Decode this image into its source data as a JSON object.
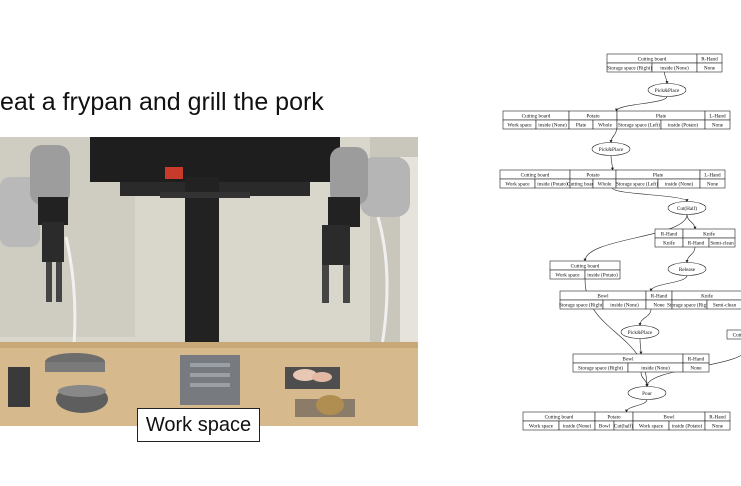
{
  "slide": {
    "title": "eat a frypan and grill the pork",
    "work_space_label": "Work space"
  },
  "graph": {
    "states": [
      {
        "id": "s0",
        "cells": [
          {
            "name": "Cutting board",
            "attrs": [
              "Storage space (Right)",
              "inside (None)"
            ]
          },
          {
            "name": "R-Hand",
            "attrs": [
              "None"
            ]
          }
        ]
      },
      {
        "id": "s1",
        "cells": [
          {
            "name": "Cutting board",
            "attrs": [
              "Work space",
              "inside (None)"
            ]
          },
          {
            "name": "Potato",
            "attrs": [
              "Plate",
              "Whole"
            ]
          },
          {
            "name": "Plate",
            "attrs": [
              "Storage space (Left)",
              "inside (Potato)"
            ]
          },
          {
            "name": "L-Hand",
            "attrs": [
              "None"
            ]
          }
        ]
      },
      {
        "id": "s2",
        "cells": [
          {
            "name": "Cutting board",
            "attrs": [
              "Work space",
              "inside (Potato)"
            ]
          },
          {
            "name": "Potato",
            "attrs": [
              "Cutting board",
              "Whole"
            ]
          },
          {
            "name": "Plate",
            "attrs": [
              "Storage space (Left)",
              "inside (None)"
            ]
          },
          {
            "name": "L-Hand",
            "attrs": [
              "None"
            ]
          }
        ]
      },
      {
        "id": "s3",
        "cells": [
          {
            "name": "R-Hand",
            "attrs": [
              "Knife"
            ]
          },
          {
            "name": "Knife",
            "attrs": [
              "R-Hand",
              "Semi-clean"
            ]
          }
        ]
      },
      {
        "id": "s4",
        "cells": [
          {
            "name": "Cutting board",
            "attrs": [
              "Work space",
              "inside (Potato)"
            ]
          }
        ]
      },
      {
        "id": "s5",
        "cells": [
          {
            "name": "Bowl",
            "attrs": [
              "Storage space (Right)",
              "inside (None)"
            ]
          },
          {
            "name": "R-Hand",
            "attrs": [
              "None"
            ]
          },
          {
            "name": "Knife",
            "attrs": [
              "Storage space (Right)",
              "Semi-clean"
            ]
          }
        ]
      },
      {
        "id": "s6",
        "cells": [
          {
            "name": "Bowl",
            "attrs": [
              "Storage space (Right)",
              "inside (None)"
            ]
          },
          {
            "name": "R-Hand",
            "attrs": [
              "None"
            ]
          }
        ]
      },
      {
        "id": "s7",
        "cells": [
          {
            "name": "Cutting board",
            "attrs": [
              "Work space",
              "inside (None)"
            ]
          },
          {
            "name": "Potato",
            "attrs": [
              "Bowl",
              "Cut(half)"
            ]
          },
          {
            "name": "Bowl",
            "attrs": [
              "Work space",
              "inside (Potato)"
            ]
          },
          {
            "name": "R-Hand",
            "attrs": [
              "None"
            ]
          }
        ]
      },
      {
        "id": "s8",
        "cells": [
          {
            "name": "Cutting board",
            "attrs": []
          }
        ]
      }
    ],
    "actions": [
      {
        "id": "a0",
        "label": "Pick&Place"
      },
      {
        "id": "a1",
        "label": "Pick&Place"
      },
      {
        "id": "a2",
        "label": "Cut(Half)"
      },
      {
        "id": "a3",
        "label": "Release"
      },
      {
        "id": "a4",
        "label": "Pick&Place"
      },
      {
        "id": "a5",
        "label": "Pour"
      }
    ]
  }
}
